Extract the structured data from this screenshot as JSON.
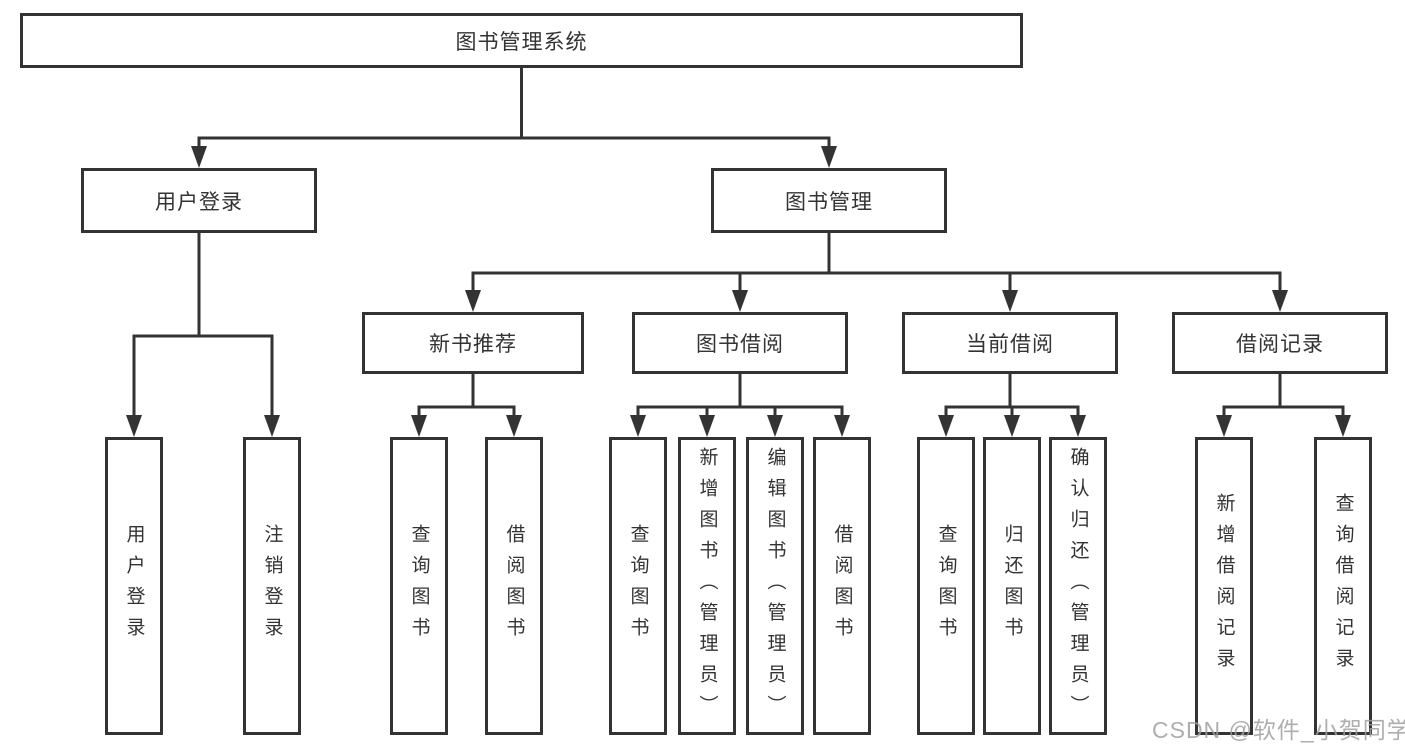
{
  "diagram": {
    "root": {
      "label": "图书管理系统"
    },
    "level2": [
      {
        "label": "用户登录",
        "children": [
          {
            "label": "用户登录"
          },
          {
            "label": "注销登录"
          }
        ]
      },
      {
        "label": "图书管理",
        "children": [
          {
            "label": "新书推荐",
            "children": [
              {
                "label": "查询图书"
              },
              {
                "label": "借阅图书"
              }
            ]
          },
          {
            "label": "图书借阅",
            "children": [
              {
                "label": "查询图书"
              },
              {
                "label": "新增图书（管理员）"
              },
              {
                "label": "编辑图书（管理员）"
              },
              {
                "label": "借阅图书"
              }
            ]
          },
          {
            "label": "当前借阅",
            "children": [
              {
                "label": "查询图书"
              },
              {
                "label": "归还图书"
              },
              {
                "label": "确认归还（管理员）"
              }
            ]
          },
          {
            "label": "借阅记录",
            "children": [
              {
                "label": "新增借阅记录"
              },
              {
                "label": "查询借阅记录"
              }
            ]
          }
        ]
      }
    ]
  },
  "watermark": {
    "text": "CSDN @软件_小贺同学"
  },
  "colors": {
    "line": "#333333",
    "text": "#333333",
    "box_background": "#ffffff",
    "page_background": "#ffffff",
    "watermark": "#a0a0a0"
  }
}
